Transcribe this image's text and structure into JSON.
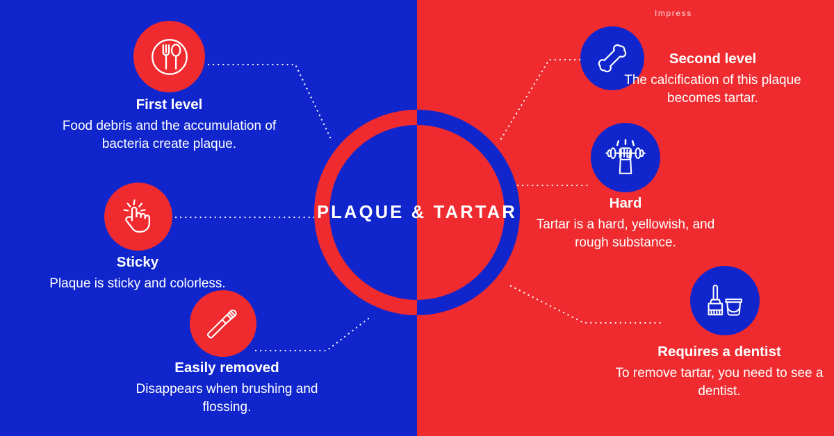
{
  "meta": {
    "watermark": "Impress",
    "colors": {
      "blue": "#1026CC",
      "red": "#EF2B2F",
      "white": "#FFFFFF"
    }
  },
  "center": {
    "title": "PLAQUE & TARTAR"
  },
  "left_items": [
    {
      "icon": "plate-fork-spoon-icon",
      "title": "First level",
      "body": "Food debris and the accumulation of bacteria create plaque."
    },
    {
      "icon": "pointing-hand-tap-icon",
      "title": "Sticky",
      "body": "Plaque is sticky and colorless."
    },
    {
      "icon": "toothbrush-icon",
      "title": "Easily removed",
      "body": "Disappears when brushing and flossing."
    }
  ],
  "right_items": [
    {
      "icon": "bone-icon",
      "title": "Second level",
      "body": "The calcification of this plaque becomes tartar."
    },
    {
      "icon": "hand-dumbbell-icon",
      "title": "Hard",
      "body": "Tartar is a hard, yellowish, and rough substance."
    },
    {
      "icon": "broom-bucket-icon",
      "title": "Requires a dentist",
      "body": "To remove tartar, you need to see a dentist."
    }
  ]
}
